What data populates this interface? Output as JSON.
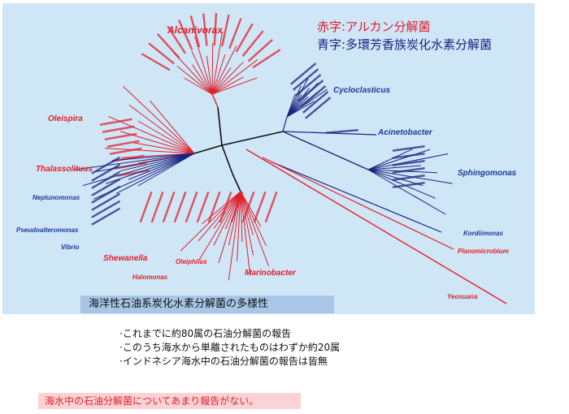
{
  "legend": {
    "red_label": "赤字:アルカン分解菌",
    "blue_label": "青字:多環芳香族炭化水素分解菌"
  },
  "genera": {
    "alcanivorax": "Alcanivorax",
    "cycloclasticus": "Cycloclasticus",
    "oleispira": "Oleispira",
    "acinetobacter": "Acinetobacter",
    "thalassolituus": "Thalassolituus",
    "sphingomonas": "Sphingomonas",
    "neptunomonas": "Neptunomonas",
    "pseudoalteromonas": "Pseudoalteromonas",
    "vibrio": "Vibrio",
    "kordiimonas": "Kordiimonas",
    "planomicrobium": "Planomicrobium",
    "shewanella": "Shewanella",
    "oleiphilus": "Oleiphilus",
    "marinobacter": "Marinobacter",
    "halomonas": "Halomonas",
    "yeosuana": "Yeosuana"
  },
  "colors": {
    "alkane": "#e0202a",
    "pah": "#1a237e",
    "panel": "#cfe6f7"
  },
  "caption": "海洋性石油系炭化水素分解菌の多様性",
  "notes": [
    "·これまでに約80属の石油分解菌の報告",
    "·このうち海水から単離されたものはわずか約20属",
    "·インドネシア海水中の石油分解菌の報告は皆無"
  ],
  "conclusion": "海水中の石油分解菌についてあまり報告がない。"
}
